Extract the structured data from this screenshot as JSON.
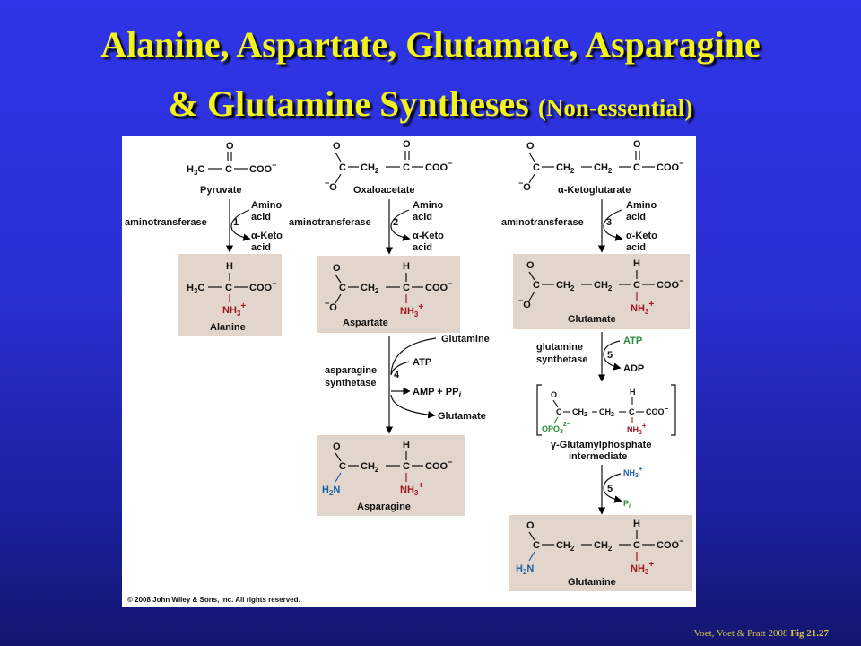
{
  "slide": {
    "title_line1": "Alanine, Aspartate, Glutamate, Asparagine",
    "title_line2_main": "& Glutamine Syntheses ",
    "title_line2_small": "(Non-essential)",
    "credit": "Voet, Voet & Pratt 2008 ",
    "credit_fig": "Fig 21.27"
  },
  "figure": {
    "copyright": "© 2008 John Wiley & Sons, Inc. All rights reserved.",
    "compounds": {
      "pyruvate": "Pyruvate",
      "oxaloacetate": "Oxaloacetate",
      "ketoglutarate": "α-Ketoglutarate",
      "alanine": "Alanine",
      "aspartate": "Aspartate",
      "glutamate": "Glutamate",
      "asparagine": "Asparagine",
      "intermediate1": "γ-Glutamylphosphate",
      "intermediate2": "intermediate",
      "glutamine": "Glutamine"
    },
    "enzymes": {
      "aminotransferase": "aminotransferase",
      "asparagine1": "asparagine",
      "asparagine2": "synthetase",
      "glutamine1": "glutamine",
      "glutamine2": "synthetase"
    },
    "steps": {
      "s1": "1",
      "s2": "2",
      "s3": "3",
      "s4": "4",
      "s5": "5"
    },
    "reagents": {
      "amino": "Amino",
      "acid": "acid",
      "keto": "α-Keto",
      "glutamine_in": "Glutamine",
      "atp": "ATP",
      "amp_ppi": "AMP + PP",
      "ppi_sub": "i",
      "glutamate_out": "Glutamate",
      "adp": "ADP",
      "nh4": "NH",
      "pi": "P",
      "pi_sub": "i"
    },
    "atoms": {
      "O": "O",
      "C": "C",
      "H": "H",
      "CH2": "CH",
      "sub2": "2",
      "sub3": "3",
      "COO": "COO",
      "minus": "−",
      "H3C": "H",
      "NH3": "NH",
      "plus": "+",
      "H2N": "H",
      "N": "N",
      "OPO3": "OPO",
      "twominus": "2−",
      "dash": "—"
    }
  }
}
